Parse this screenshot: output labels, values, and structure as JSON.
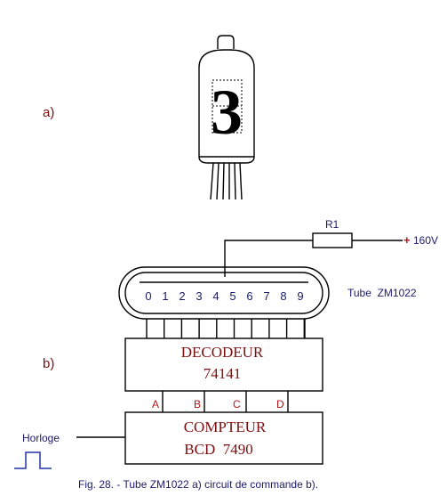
{
  "labels": {
    "part_a": "a)",
    "part_b": "b)",
    "tube_digit": "3",
    "resistor": "R1",
    "supply_sign": "+",
    "supply": "160V",
    "tube_label": "Tube  ZM1022",
    "tube_digits": [
      "0",
      "1",
      "2",
      "3",
      "4",
      "5",
      "6",
      "7",
      "8",
      "9"
    ],
    "decoder_title": "DECODEUR",
    "decoder_part": "74141",
    "counter_title": "COMPTEUR",
    "counter_part": "BCD  7490",
    "bcd_inputs": [
      "A",
      "B",
      "C",
      "D"
    ],
    "clock": "Horloge",
    "caption": "Fig. 28. - Tube ZM1022 a) circuit de commande b)."
  },
  "colors": {
    "text_dark": "#7a1010",
    "text_blue": "#1a1a6a",
    "text_red": "#b01818",
    "lines": "#000000"
  }
}
